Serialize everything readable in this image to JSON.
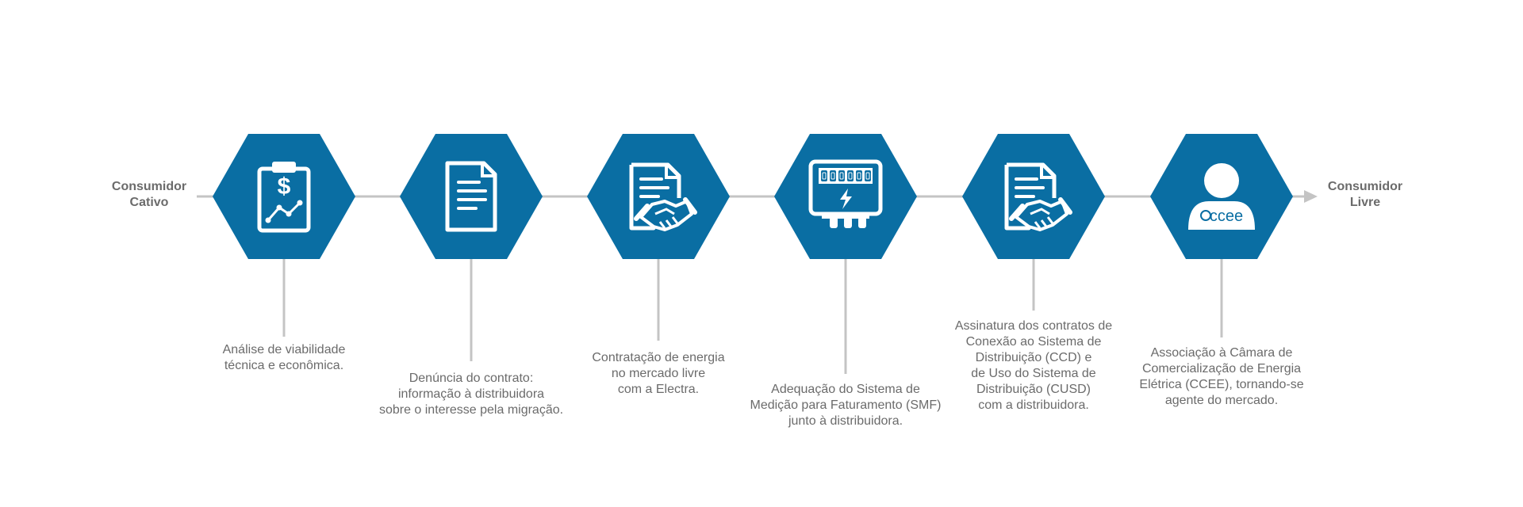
{
  "start_label": [
    "Consumidor",
    "Cativo"
  ],
  "end_label": [
    "Consumidor",
    "Livre"
  ],
  "colors": {
    "hexagon": "#0a6ea3",
    "line": "#c4c4c4",
    "icon": "#ffffff",
    "text": "#6b6b6b"
  },
  "steps": [
    {
      "icon": "financial-report-icon",
      "label": [
        "Análise de viabilidade",
        "técnica e econômica."
      ]
    },
    {
      "icon": "document-icon",
      "label": [
        "Denúncia do contrato:",
        "informação à distribuidora",
        "sobre o interesse pela migração."
      ]
    },
    {
      "icon": "contract-handshake-icon",
      "label": [
        "Contratação de energia",
        "no mercado livre",
        "com a Electra."
      ]
    },
    {
      "icon": "energy-meter-icon",
      "label": [
        "Adequação do Sistema de",
        "Medição para Faturamento (SMF)",
        "junto à distribuidora."
      ]
    },
    {
      "icon": "contract-handshake-icon",
      "label": [
        "Assinatura dos contratos de",
        "Conexão ao Sistema de",
        "Distribuição (CCD) e",
        "de Uso do Sistema de",
        "Distribuição (CUSD)",
        "com a distribuidora."
      ]
    },
    {
      "icon": "ccee-user-icon",
      "badge": "ccee",
      "label": [
        "Associação à Câmara de",
        "Comercialização de Energia",
        "Elétrica (CCEE), tornando-se",
        "agente do mercado."
      ]
    }
  ]
}
